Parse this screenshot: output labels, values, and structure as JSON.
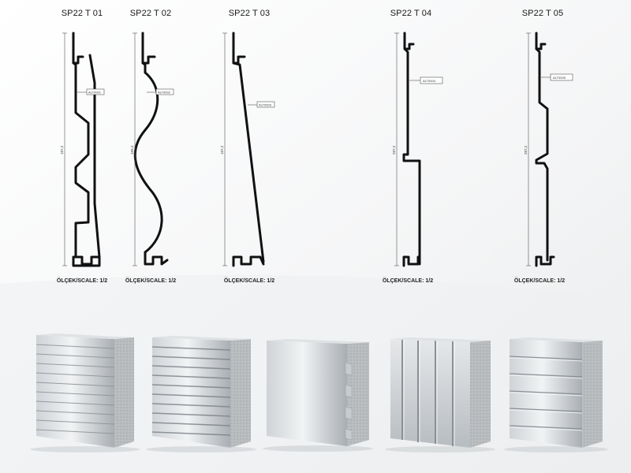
{
  "profiles": [
    {
      "title": "SP22 T 01",
      "scale": "ÖLÇEK/SCALE: 1/2",
      "dimension": "187,2",
      "tag": "ALT0001"
    },
    {
      "title": "SP22 T 02",
      "scale": "ÖLÇEK/SCALE: 1/2",
      "dimension": "189,4",
      "tag": "ALT0002"
    },
    {
      "title": "SP22 T 03",
      "scale": "ÖLÇEK/SCALE: 1/2",
      "dimension": "187,2",
      "tag": "ALT0003"
    },
    {
      "title": "SP22 T 04",
      "scale": "ÖLÇEK/SCALE: 1/2",
      "dimension": "287,2",
      "tag": "ALT0004"
    },
    {
      "title": "SP22 T 05",
      "scale": "ÖLÇEK/SCALE: 1/2",
      "dimension": "287,2",
      "tag": "ALT0005"
    }
  ],
  "panels": [
    {
      "style": "fine-ribbed"
    },
    {
      "style": "wave-ribbed"
    },
    {
      "style": "flat-tapered"
    },
    {
      "style": "vertical-grooved"
    },
    {
      "style": "stepped-lap"
    }
  ],
  "colors": {
    "profile_stroke": "#111111",
    "metal_light": "#e4e7ea",
    "metal_dark": "#9aa0a6",
    "insulation": "#b9bcbe"
  }
}
